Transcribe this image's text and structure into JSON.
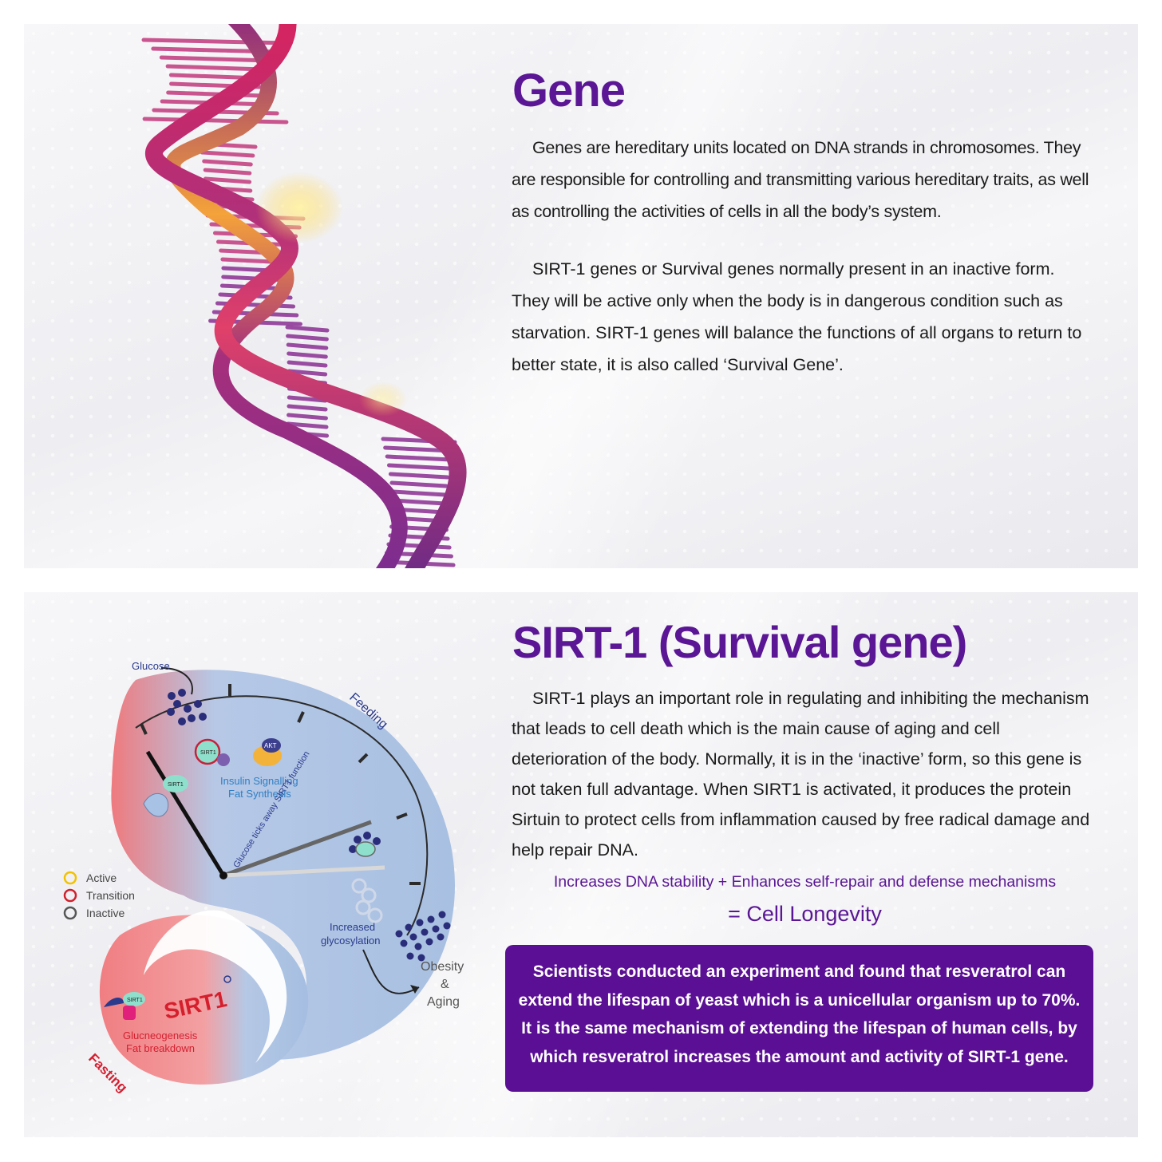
{
  "gene": {
    "title": "Gene",
    "paragraph_1": "Genes are hereditary units located on DNA strands in chromosomes. They are responsible for controlling and transmitting various hereditary traits, as well as controlling the activities of cells in all the body’s system.",
    "paragraph_2": "SIRT-1 genes or Survival genes normally present in an inactive form. They will be active only when the body is in dangerous condition such as starvation. SIRT-1 genes will balance the functions of all organs to return to better state, it is also called ‘Survival Gene’."
  },
  "sirt1": {
    "title": "SIRT-1 (Survival gene)",
    "paragraph": "SIRT-1 plays an important role in regulating and inhibiting the mechanism that leads to cell death which is the main cause of aging and cell deterioration of the body. Normally, it is in the ‘inactive’ form, so this gene is not taken full advantage. When SIRT1 is activated, it produces the protein Sirtuin to protect cells from inflammation caused by free radical damage and help repair DNA.",
    "tagline": "Increases DNA stability + Enhances self-repair and defense mechanisms",
    "result": "= Cell Longevity",
    "experiment_box": "Scientists conducted an experiment and found that resveratrol can extend the lifespan of yeast which is a unicellular organism up to 70%. It is the same mechanism of extending the lifespan of human cells, by which resveratrol increases the amount and activity of SIRT-1 gene."
  },
  "diagram": {
    "glucose": "Glucose",
    "feeding": "Feeding",
    "fasting": "Fasting",
    "sirt1_small": "SIRT1",
    "akt": "AKT",
    "insulin_signalling": "Insulin Signalling",
    "fat_synthesis": "Fat Synthesis",
    "clock_hand_label": "Glucose ticks away SIRT1 function",
    "increased": "Increased",
    "glycosylation": "glycosylation",
    "obesity": "Obesity",
    "ampersand": "&",
    "aging": "Aging",
    "legend_active": "Active",
    "legend_transition": "Transition",
    "legend_inactive": "Inactive",
    "sirt1_logo": "SIRT1",
    "glucneogenesis": "Glucneogenesis",
    "fat_breakdown": "Fat breakdown",
    "colors": {
      "active": "#f2c200",
      "transition": "#d0202c",
      "inactive": "#555555"
    }
  }
}
